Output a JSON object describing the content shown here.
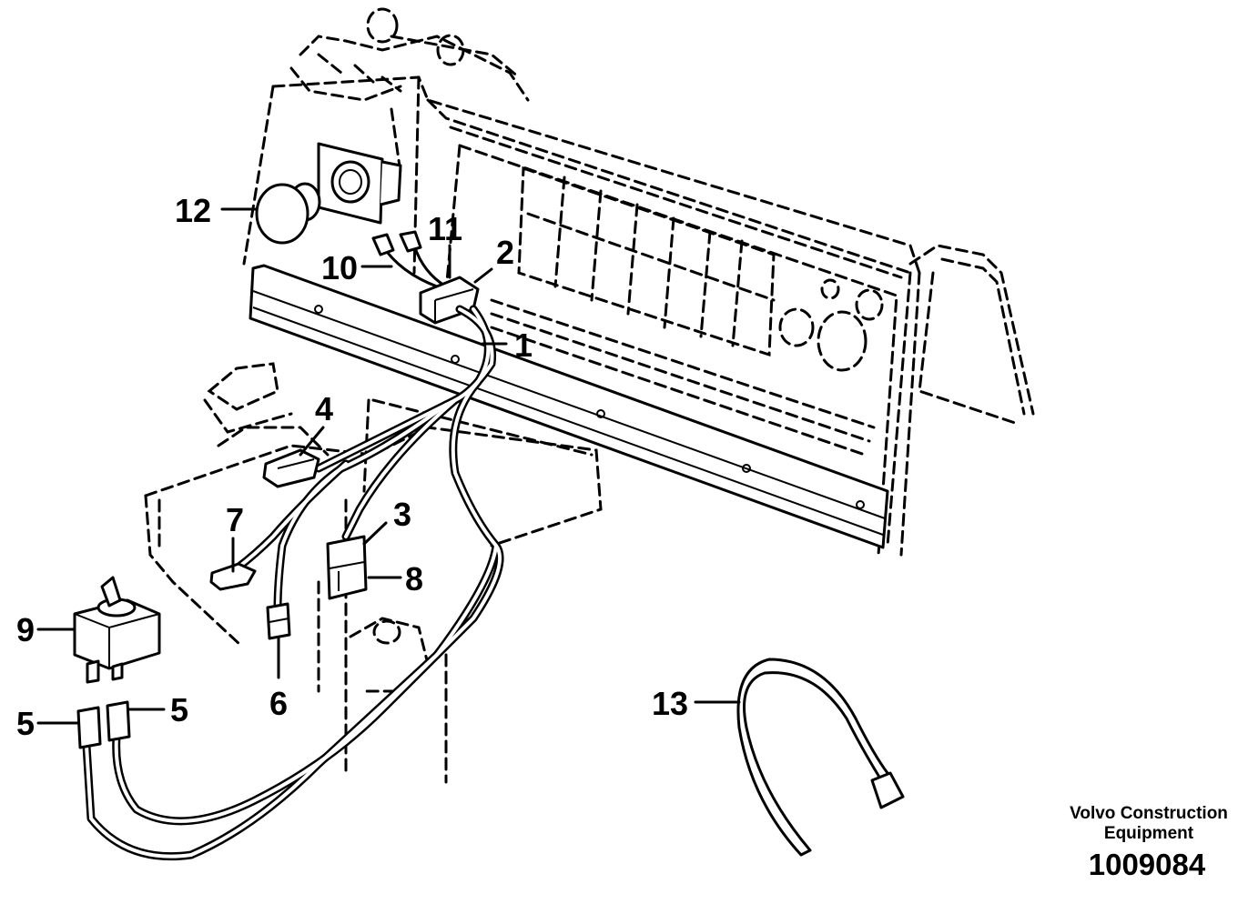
{
  "callouts": {
    "c1": "1",
    "c2": "2",
    "c3": "3",
    "c4": "4",
    "c5a": "5",
    "c5b": "5",
    "c6": "6",
    "c7": "7",
    "c8": "8",
    "c9": "9",
    "c10": "10",
    "c11": "11",
    "c12": "12",
    "c13": "13"
  },
  "caption": {
    "line1": "Volvo Construction",
    "line2": "Equipment",
    "number": "1009084"
  }
}
